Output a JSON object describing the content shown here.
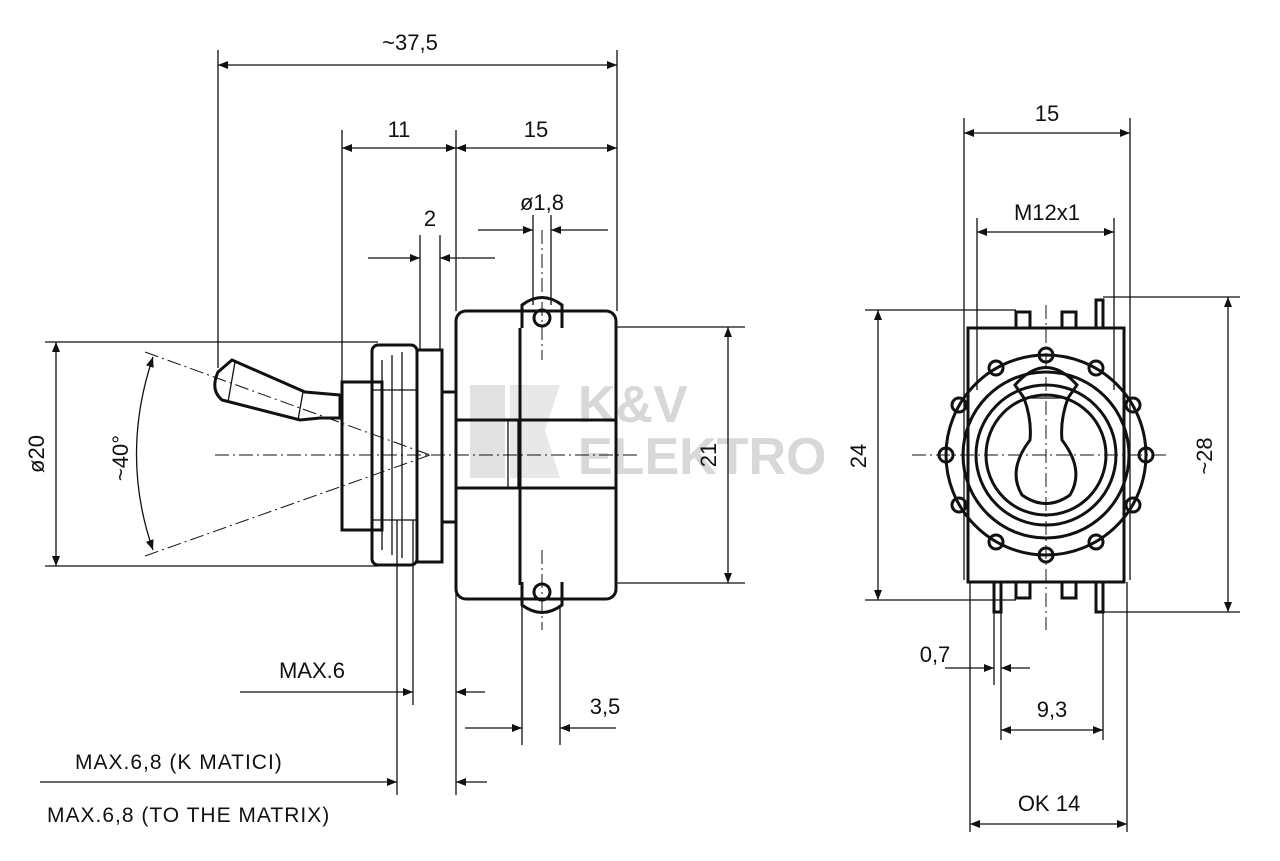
{
  "watermark": {
    "line1": "K&V",
    "line2": "ELEKTRO"
  },
  "side_view": {
    "dim_overall": "~37,5",
    "dim_bushing": "11",
    "dim_body": "15",
    "dim_nut": "2",
    "dim_pin_dia": "ø1,8",
    "dim_diameter": "ø20",
    "dim_angle": "~40°",
    "dim_height": "21",
    "dim_max6": "MAX.6",
    "dim_pin_pitch": "3,5",
    "note_cz": "MAX.6,8  (K  MATICI)",
    "note_en": "MAX.6,8  (TO  THE  MATRIX)"
  },
  "front_view": {
    "dim_width": "15",
    "dim_thread": "M12x1",
    "dim_height": "24",
    "dim_overall_height": "~28",
    "dim_pin_thickness": "0,7",
    "dim_pin_spacing": "9,3",
    "dim_base": "OK  14"
  }
}
